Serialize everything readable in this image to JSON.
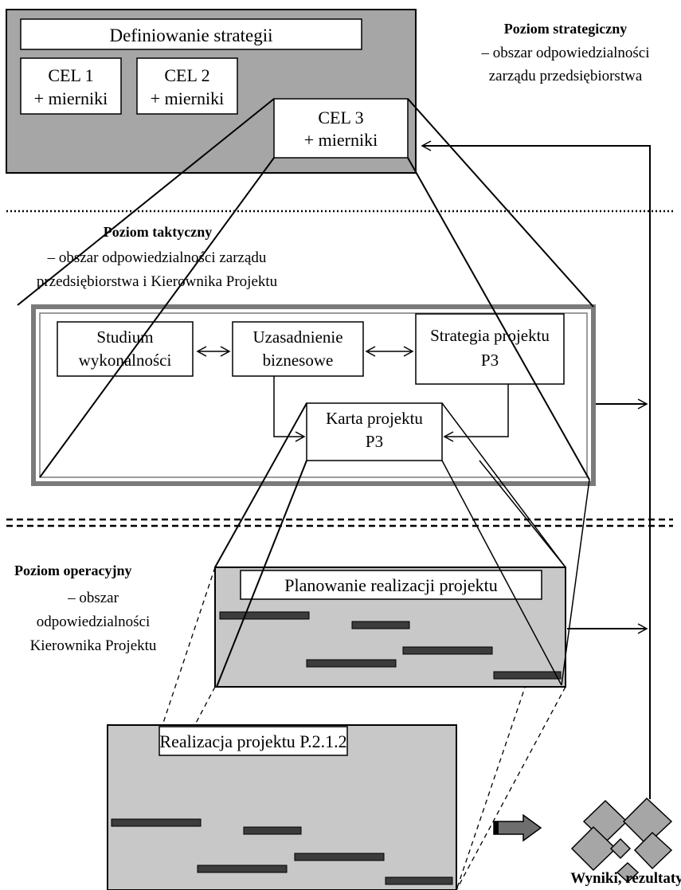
{
  "strategic": {
    "main_title": "Definiowanie strategii",
    "goal1": [
      "CEL 1",
      "+ mierniki"
    ],
    "goal2": [
      "CEL 2",
      "+ mierniki"
    ],
    "goal3": [
      "CEL 3",
      "+ mierniki"
    ],
    "level_title": "Poziom strategiczny",
    "level_desc": [
      "– obszar odpowiedzialności",
      "zarządu przedsiębiorstwa"
    ]
  },
  "tactical": {
    "level_title": "Poziom taktyczny",
    "level_desc": [
      "– obszar odpowiedzialności zarządu",
      "przedsiębiorstwa i Kierownika Projektu"
    ],
    "feasibility": [
      "Studium",
      "wykonalności"
    ],
    "business_case": [
      "Uzasadnienie",
      "biznesowe"
    ],
    "project_strategy": [
      "Strategia projektu",
      "P3"
    ],
    "project_charter": [
      "Karta projektu",
      "P3"
    ]
  },
  "operational": {
    "level_title": "Poziom operacyjny",
    "level_desc": [
      "– obszar",
      "odpowiedzialności",
      "Kierownika Projektu"
    ],
    "planning_title": "Planowanie realizacji projektu",
    "execution_title": "Realizacja projektu P.2.1.2"
  },
  "results_label": "Wyniki, rezultaty",
  "colors": {
    "panel_gray": "#a6a6a6",
    "light_gray": "#c8c8c8",
    "bar": "#3c3c3c",
    "frame_gray": "#7a7a7a"
  }
}
